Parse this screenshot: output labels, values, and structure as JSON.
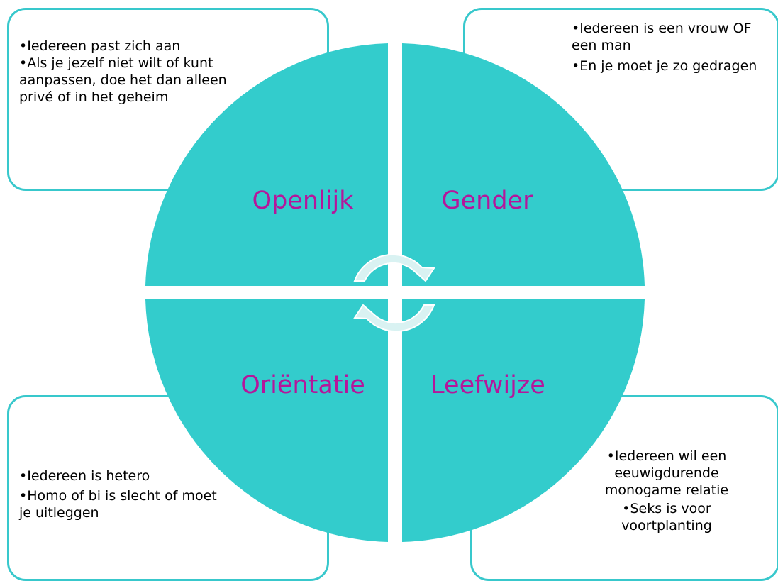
{
  "colors": {
    "segment": "#33cccc",
    "box_border": "#38c8cc",
    "label": "#b5169b",
    "arrow_fill": "#d9f2f2",
    "text": "#000000"
  },
  "segments": {
    "top_left": {
      "label": "Openlijk",
      "bullets": [
        "Iedereen past zich aan",
        "Als je jezelf niet wilt of kunt aanpassen, doe het dan alleen privé of in het geheim"
      ]
    },
    "top_right": {
      "label": "Gender",
      "bullets": [
        "Iedereen is een vrouw OF een man",
        "En je moet je zo gedragen"
      ]
    },
    "bottom_left": {
      "label": "Oriëntatie",
      "bullets": [
        "Iedereen is hetero",
        "Homo of bi is slecht of moet je uitleggen"
      ]
    },
    "bottom_right": {
      "label": "Leefwijze",
      "bullets": [
        "Iedereen wil een eeuwigdurende monogame relatie",
        "Seks is voor voortplanting"
      ]
    }
  },
  "center_icon": "cycle-arrows-icon"
}
